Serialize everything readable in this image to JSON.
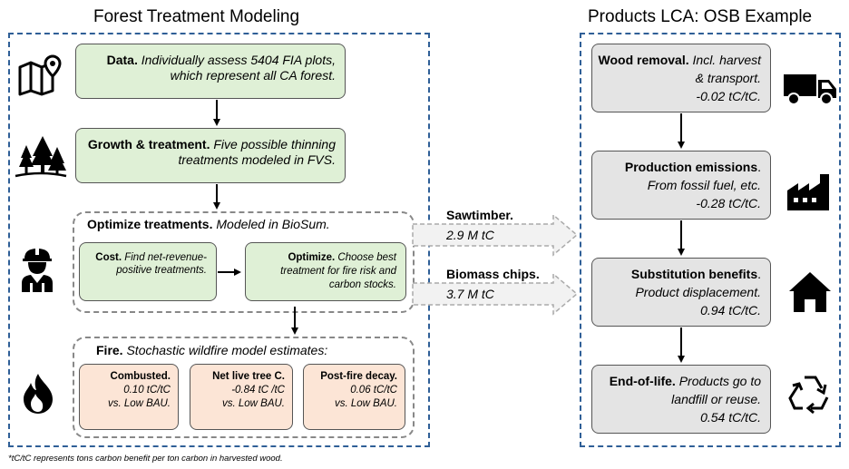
{
  "left": {
    "title": "Forest Treatment Modeling",
    "data_box": {
      "bold": "Data.",
      "text": "Individually assess 5404 FIA plots, which represent all CA forest."
    },
    "growth_box": {
      "bold": "Growth & treatment.",
      "text": "Five possible thinning treatments modeled in FVS."
    },
    "optimize_group": {
      "bold": "Optimize treatments.",
      "text": "Modeled in BioSum."
    },
    "cost_box": {
      "bold": "Cost.",
      "text": "Find net-revenue-positive treatments."
    },
    "optimize_box": {
      "bold": "Optimize.",
      "text": "Choose best treatment for fire risk and carbon stocks."
    },
    "fire_group": {
      "bold": "Fire.",
      "text": "Stochastic wildfire model estimates:"
    },
    "combusted": {
      "bold": "Combusted.",
      "value": "0.10 tC/tC",
      "vs": "vs. Low BAU."
    },
    "net_live": {
      "bold": "Net live tree C.",
      "value": "-0.84 tC /tC",
      "vs": "vs. Low BAU."
    },
    "postfire": {
      "bold": "Post-fire decay.",
      "value": "0.06 tC/tC",
      "vs": "vs. Low BAU."
    }
  },
  "flows": {
    "sawtimber": {
      "label": "Sawtimber.",
      "value": "2.9 M tC"
    },
    "biomass": {
      "label": "Biomass chips.",
      "value": "3.7 M tC"
    }
  },
  "right": {
    "title": "Products LCA:  OSB Example",
    "wood_removal": {
      "bold": "Wood removal.",
      "text": "Incl. harvest & transport.",
      "value": "-0.02 tC/tC."
    },
    "production": {
      "bold": "Production emissions",
      "text": "From fossil fuel, etc.",
      "value": "-0.28 tC/tC."
    },
    "substitution": {
      "bold": "Substitution benefits",
      "text": "Product displacement.",
      "value": "0.94 tC/tC."
    },
    "endoflife": {
      "bold": "End-of-life.",
      "text": "Products go to landfill or reuse.",
      "value": "0.54 tC/tC."
    }
  },
  "footnote": "*tC/tC represents tons carbon benefit per ton carbon in harvested wood.",
  "colors": {
    "panel_border": "#2f5f97",
    "green": "#dff0d6",
    "gray": "#e4e4e4",
    "peach": "#fce5d6"
  }
}
